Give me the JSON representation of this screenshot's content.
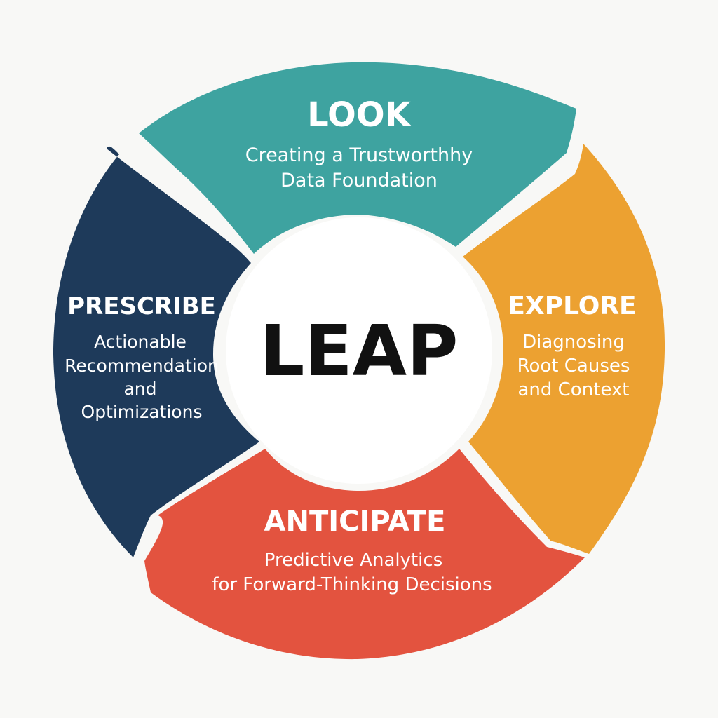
{
  "center": {
    "label": "LEAP"
  },
  "colors": {
    "background": "#f8f8f6",
    "look": "#3ea3a0",
    "explore": "#eca131",
    "anticipate": "#e3533f",
    "prescribe": "#1e3a5a",
    "center": "#ffffff",
    "center_text": "#111111"
  },
  "segments": [
    {
      "id": "look",
      "title": "LOOK",
      "lines": [
        "Creating a Trustworthhy",
        "Data Foundation"
      ]
    },
    {
      "id": "explore",
      "title": "EXPLORE",
      "lines": [
        "Diagnosing",
        "Root Causes",
        "and Context"
      ]
    },
    {
      "id": "anticipate",
      "title": "ANTICIPATE",
      "lines": [
        "Predictive Analytics",
        "for Forward-Thinking Decisions"
      ]
    },
    {
      "id": "prescribe",
      "title": "PRESCRIBE",
      "lines": [
        "Actionable",
        "Recommendation",
        "and",
        "Optimizations"
      ]
    }
  ]
}
